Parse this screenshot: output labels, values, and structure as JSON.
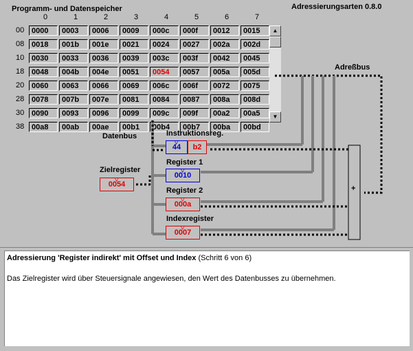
{
  "title": "Adressierungsarten 0.8.0",
  "memory": {
    "label": "Programm- und Datenspeicher",
    "col_headers": [
      "0",
      "1",
      "2",
      "3",
      "4",
      "5",
      "6",
      "7"
    ],
    "rows": [
      {
        "label": "00",
        "cells": [
          "0000",
          "0003",
          "0006",
          "0009",
          "000c",
          "000f",
          "0012",
          "0015"
        ]
      },
      {
        "label": "08",
        "cells": [
          "0018",
          "001b",
          "001e",
          "0021",
          "0024",
          "0027",
          "002a",
          "002d"
        ]
      },
      {
        "label": "10",
        "cells": [
          "0030",
          "0033",
          "0036",
          "0039",
          "003c",
          "003f",
          "0042",
          "0045"
        ]
      },
      {
        "label": "18",
        "cells": [
          "0048",
          "004b",
          "004e",
          "0051",
          "0054",
          "0057",
          "005a",
          "005d"
        ]
      },
      {
        "label": "20",
        "cells": [
          "0060",
          "0063",
          "0066",
          "0069",
          "006c",
          "006f",
          "0072",
          "0075"
        ]
      },
      {
        "label": "28",
        "cells": [
          "0078",
          "007b",
          "007e",
          "0081",
          "0084",
          "0087",
          "008a",
          "008d"
        ]
      },
      {
        "label": "30",
        "cells": [
          "0090",
          "0093",
          "0096",
          "0099",
          "009c",
          "009f",
          "00a2",
          "00a5"
        ]
      },
      {
        "label": "38",
        "cells": [
          "00a8",
          "00ab",
          "00ae",
          "00b1",
          "00b4",
          "00b7",
          "00ba",
          "00bd"
        ]
      }
    ],
    "highlight_cell": "0054"
  },
  "labels": {
    "adressbus": "Adreßbus",
    "datenbus": "Datenbus",
    "zielregister": "Zielregister",
    "instruktionsreg": "Instruktionsreg.",
    "register1": "Register 1",
    "register2": "Register 2",
    "indexregister": "Indexregister",
    "adder": "+"
  },
  "registers": {
    "instr_opcode": "44",
    "instr_operand": "b2",
    "register1": "0010",
    "register2": "000a",
    "indexregister": "0007",
    "zielregister": "0054"
  },
  "description": {
    "heading": "Adressierung 'Register indirekt' mit Offset und Index",
    "step": "(Schritt 6 von 6)",
    "body": "Das Zielregister wird über Steuersignale angewiesen, den Wert des Datenbusses zu übernehmen."
  },
  "colors": {
    "blue": "#0000e0",
    "red": "#e00000",
    "bus": "#808080"
  }
}
